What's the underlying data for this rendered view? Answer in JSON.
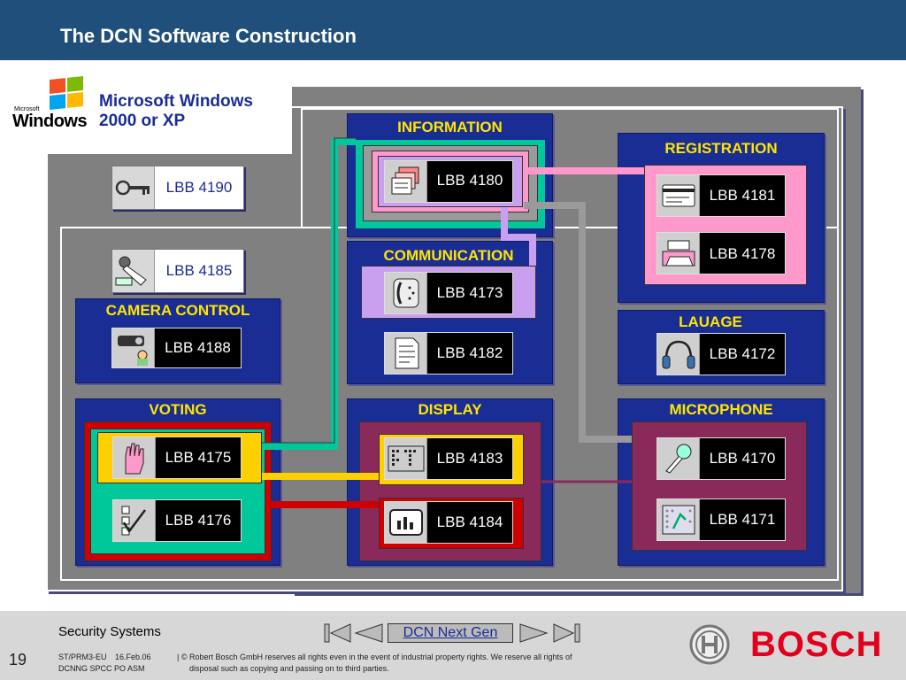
{
  "slide": {
    "title": "The DCN  Software Construction",
    "number": "19"
  },
  "os": {
    "logo_small": "Microsoft",
    "logo_big": "Windows",
    "label_line1": "Microsoft Windows",
    "label_line2": "2000 or XP"
  },
  "groups": {
    "information": "INFORMATION",
    "registration": "REGISTRATION",
    "communication": "COMMUNICATION",
    "camera": "CAMERA CONTROL",
    "language": "LAUAGE",
    "voting": "VOTING",
    "display": "DISPLAY",
    "microphone": "MICROPHONE"
  },
  "modules": {
    "lbb4190": "LBB 4190",
    "lbb4185": "LBB 4185",
    "lbb4188": "LBB 4188",
    "lbb4180": "LBB 4180",
    "lbb4173": "LBB 4173",
    "lbb4182": "LBB 4182",
    "lbb4181": "LBB 4181",
    "lbb4178": "LBB 4178",
    "lbb4172": "LBB 4172",
    "lbb4175": "LBB 4175",
    "lbb4176": "LBB 4176",
    "lbb4183": "LBB 4183",
    "lbb4184": "LBB 4184",
    "lbb4170": "LBB 4170",
    "lbb4171": "LBB 4171"
  },
  "icons": {
    "lbb4190": "key-icon",
    "lbb4185": "security-camera-icon",
    "lbb4188": "camera-operator-icon",
    "lbb4180": "documents-icon",
    "lbb4173": "telephone-icon",
    "lbb4182": "document-icon",
    "lbb4181": "id-card-icon",
    "lbb4178": "printer-icon",
    "lbb4172": "headphones-icon",
    "lbb4175": "hand-icon",
    "lbb4176": "checklist-icon",
    "lbb4183": "led-display-icon",
    "lbb4184": "chart-screen-icon",
    "lbb4170": "microphone-icon",
    "lbb4171": "seat-plan-icon"
  },
  "colors": {
    "title_bar": "#1f4f7a",
    "group_bg": "#1a2d94",
    "group_title": "#ffe600",
    "link_green": "#00c89a",
    "link_pink": "#ff99cc",
    "link_lavender": "#c9a0f0",
    "link_gray": "#9a9a9a",
    "link_red": "#d10000",
    "link_yellow": "#ffd000",
    "link_purple": "#8a2a5a"
  },
  "footer": {
    "org": "Security Systems",
    "nav_label": "DCN Next Gen",
    "ref1": "ST/PRM3-EU",
    "date": "16.Feb.06",
    "ref2": "DCNNG SPCC PO ASM",
    "copyright_1": "| © Robert Bosch GmbH reserves all rights even in the event of industrial property rights. We reserve all rights of",
    "copyright_2": "disposal such as copying and passing on to third parties.",
    "brand": "BOSCH"
  }
}
